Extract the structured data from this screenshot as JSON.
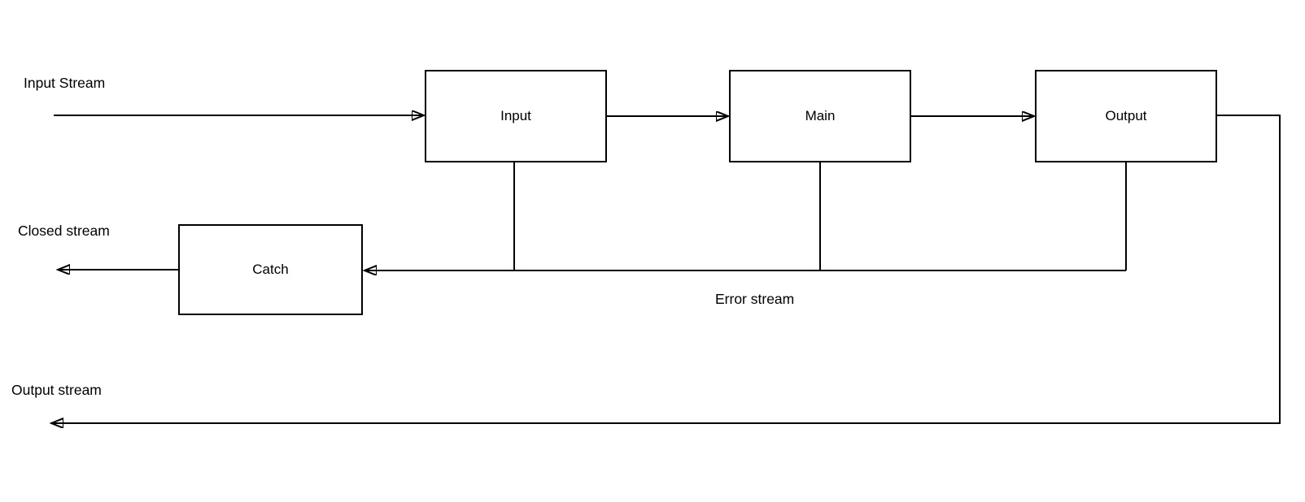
{
  "diagram": {
    "nodes": [
      {
        "id": "input",
        "label": "Input"
      },
      {
        "id": "main",
        "label": "Main"
      },
      {
        "id": "output",
        "label": "Output"
      },
      {
        "id": "catch",
        "label": "Catch"
      }
    ],
    "stream_labels": {
      "input_stream": "Input Stream",
      "closed_stream": "Closed stream",
      "output_stream": "Output stream",
      "error_stream": "Error stream"
    },
    "colors": {
      "stroke": "#000000",
      "node_fill": "#ffffff",
      "background": "#ffffff",
      "text": "#000000"
    }
  }
}
